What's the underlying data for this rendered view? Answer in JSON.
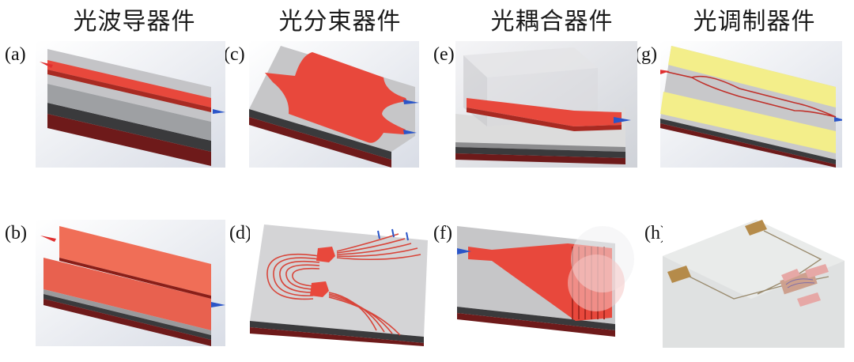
{
  "columns": [
    {
      "title": "光波导器件"
    },
    {
      "title": "光分束器件"
    },
    {
      "title": "光耦合器件"
    },
    {
      "title": "光调制器件"
    }
  ],
  "panels": [
    {
      "label": "(a)"
    },
    {
      "label": "(b)"
    },
    {
      "label": "(c)"
    },
    {
      "label": "(d)"
    },
    {
      "label": "(e)"
    },
    {
      "label": "(f)"
    },
    {
      "label": "(g)"
    },
    {
      "label": "(h)"
    }
  ],
  "colors": {
    "waveguide": "#e8483c",
    "substrate_top": "#c9c9cc",
    "substrate_dark": "#3d3d3f",
    "base": "#7a1c1c",
    "electrode": "#f3ee8a",
    "input_arrow": "#e03030",
    "output_arrow": "#2a55c8"
  }
}
